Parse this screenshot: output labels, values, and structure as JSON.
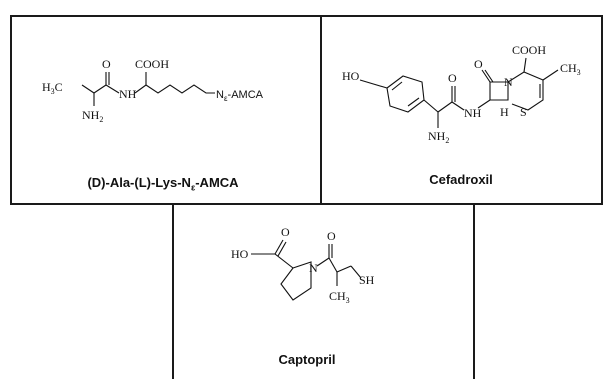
{
  "compounds": {
    "ala_lys": {
      "name_main": "(D)-Ala-(L)-Lys-N",
      "name_sub": "ε",
      "name_tail": "-AMCA",
      "labels": {
        "h3c": "H",
        "h3c_sub": "3",
        "h3c_tail": "C",
        "o": "O",
        "nh": "NH",
        "cooh": "COOH",
        "nh2": "NH",
        "nh2_sub": "2",
        "ne": "N",
        "ne_sub": "ε",
        "amca": "-AMCA"
      }
    },
    "cefadroxil": {
      "name": "Cefadroxil",
      "labels": {
        "ho": "HO",
        "o_amide": "O",
        "nh": "NH",
        "nh2": "NH",
        "nh2_sub": "2",
        "o_lactam": "O",
        "n": "N",
        "h": "H",
        "s": "S",
        "cooh": "COOH",
        "ch3": "CH",
        "ch3_sub": "3"
      }
    },
    "captopril": {
      "name": "Captopril",
      "labels": {
        "ho": "HO",
        "o_acid": "O",
        "n": "N",
        "o_amide": "O",
        "sh": "SH",
        "ch3": "CH",
        "ch3_sub": "3"
      }
    }
  }
}
